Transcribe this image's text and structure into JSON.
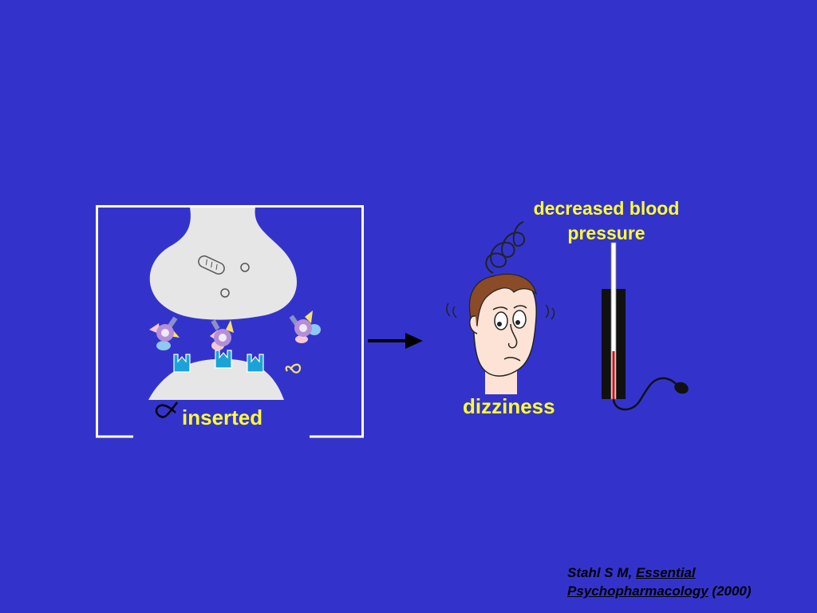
{
  "colors": {
    "background": "#3333cc",
    "label_yellow": "#ffff33",
    "frame_white": "#ffffff",
    "neuron_gray": "#e6e6e6",
    "receptor_cyan": "#1aa3d9",
    "citation_black": "#000000"
  },
  "labels": {
    "inserted": "inserted",
    "dizziness": "dizziness",
    "bp_line1": "decreased blood",
    "bp_line2": "pressure"
  },
  "citation": {
    "author": "Stahl S M,",
    "title_line1": "Essential",
    "title_line2": "Psychopharmacology",
    "year": "(2000)"
  },
  "icons": {
    "synapse": "synapse-diagram-icon",
    "arrow": "right-arrow-icon",
    "head": "dizzy-head-icon",
    "gauge": "blood-pressure-gauge-icon"
  }
}
